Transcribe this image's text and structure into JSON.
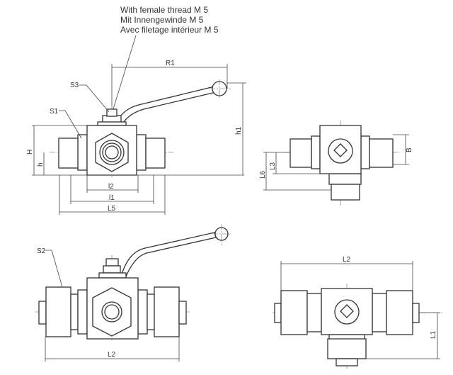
{
  "note": {
    "lines": [
      "With female thread M 5",
      "Mit Innengewinde M 5",
      "Avec filetage intérieur M 5"
    ]
  },
  "labels": {
    "R1": "R1",
    "S3": "S3",
    "S1": "S1",
    "h1": "h1",
    "H": "H",
    "h": "h",
    "l2": "l2",
    "l1": "l1",
    "L5": "L5",
    "B": "B",
    "L3": "L3",
    "L6": "L6",
    "S2": "S2",
    "L2_left": "L2",
    "L2_right": "L2",
    "L1": "L1"
  }
}
